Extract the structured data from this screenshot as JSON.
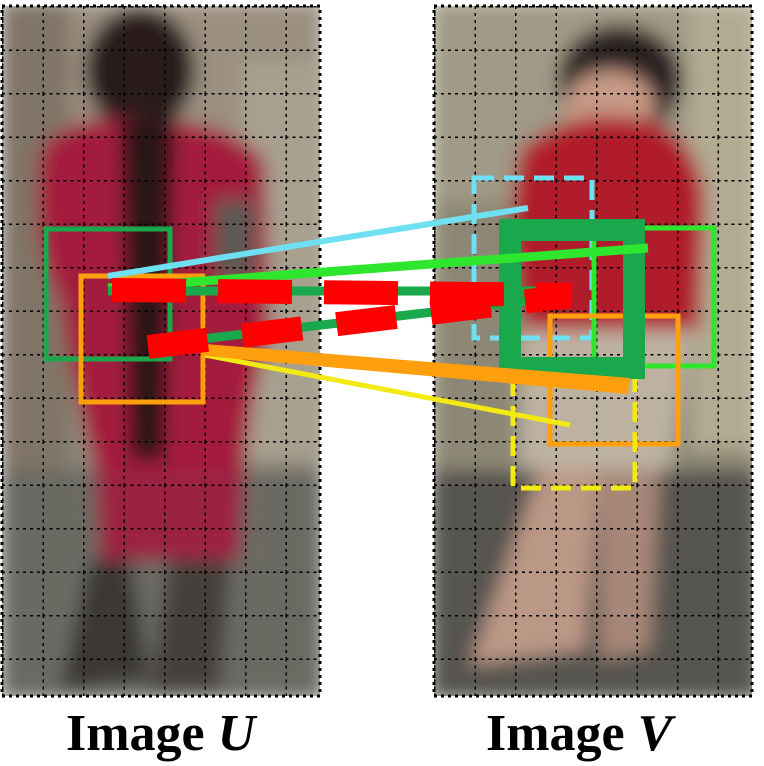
{
  "panels": {
    "left": {
      "caption_word": "Image",
      "caption_var": "U"
    },
    "right": {
      "caption_word": "Image",
      "caption_var": "V"
    }
  },
  "colors": {
    "background": "#ffffff",
    "grid": "#000000",
    "green": "#19a84b",
    "bright_green": "#2ee62e",
    "orange": "#ff9f0d",
    "yellow": "#f2ea12",
    "cyan": "#6fe0f2",
    "red": "#ff0000",
    "shirt": "#a41d3c"
  },
  "icons": {
    "left_photo": "person-walking-photo",
    "right_photo": "person-walking-photo"
  }
}
